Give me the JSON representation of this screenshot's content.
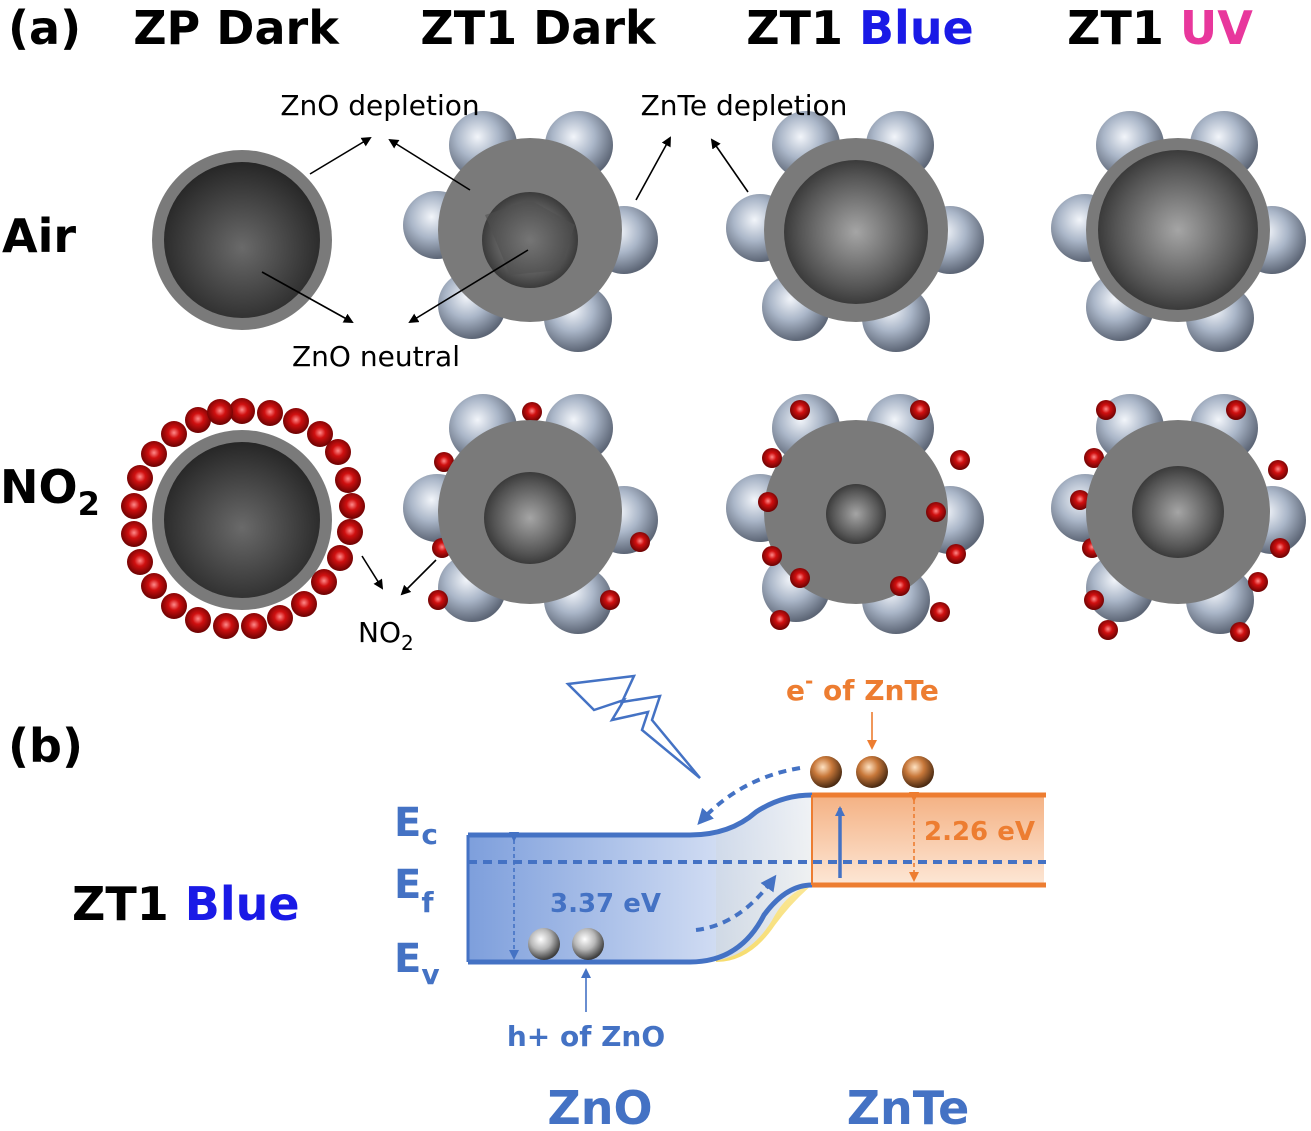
{
  "panel_labels": {
    "a": "(a)",
    "b": "(b)"
  },
  "columns": [
    {
      "prefix": "ZP",
      "condition": "Dark",
      "condition_color": "#000000"
    },
    {
      "prefix": "ZT1",
      "condition": "Dark",
      "condition_color": "#000000"
    },
    {
      "prefix": "ZT1",
      "condition": "Blue",
      "condition_color": "#1a1ae6"
    },
    {
      "prefix": "ZT1",
      "condition": "UV",
      "condition_color": "#e8379c"
    }
  ],
  "rows": {
    "air": "Air",
    "no2_base": "NO",
    "no2_sub": "2"
  },
  "annotations": {
    "zno_depletion": "ZnO depletion",
    "znte_depletion": "ZnTe depletion",
    "zno_neutral": "ZnO neutral",
    "no2_base": "NO",
    "no2_sub": "2"
  },
  "band": {
    "side_label_prefix": "ZT1",
    "side_label_condition": "Blue",
    "levels": [
      {
        "base": "E",
        "sub": "c"
      },
      {
        "base": "E",
        "sub": "f"
      },
      {
        "base": "E",
        "sub": "v"
      }
    ],
    "zno_gap": "3.37 eV",
    "znte_gap": "2.26 eV",
    "electron_base": "e",
    "electron_sup": "-",
    "electron_rest": " of ZnTe",
    "hole_label": "h+ of ZnO",
    "material_left": "ZnO",
    "material_right": "ZnTe"
  },
  "colors": {
    "band_blue": "#4472c4",
    "band_orange": "#ed7d31",
    "blue_text": "#1a1ae6",
    "uv_text": "#e8379c",
    "core_gray": "#7a7a7a",
    "no2_red": "#c00000"
  }
}
